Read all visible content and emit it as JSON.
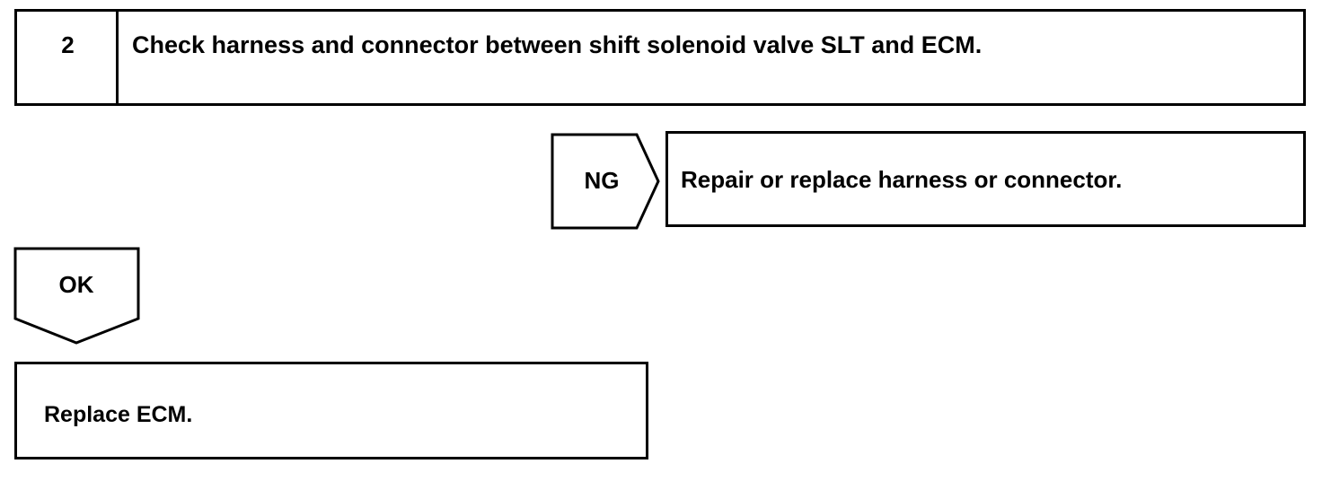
{
  "step": {
    "number": "2",
    "title": "Check harness and connector between shift solenoid valve SLT and ECM."
  },
  "ng_branch": {
    "label": "NG",
    "action": "Repair or replace harness or connector."
  },
  "ok_branch": {
    "label": "OK",
    "action": "Replace ECM."
  }
}
